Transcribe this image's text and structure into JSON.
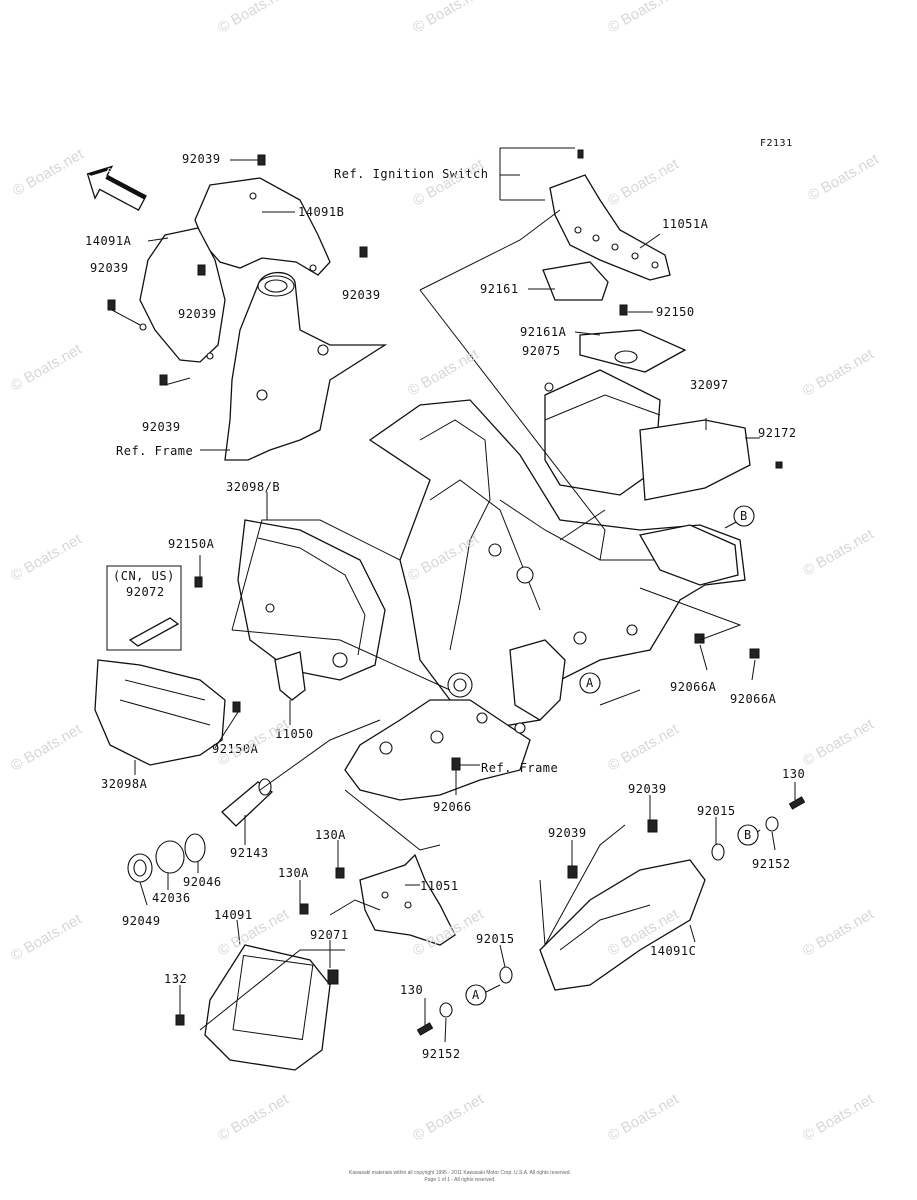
{
  "diagram_code": "F2131",
  "front_arrow_label": "FRONT",
  "ref_labels": {
    "ignition_switch": "Ref. Ignition Switch",
    "frame_top": "Ref. Frame",
    "frame_bottom": "Ref. Frame"
  },
  "region_note": "(CN, US)",
  "callouts": {
    "a1": "A",
    "a2": "A",
    "b1": "B",
    "b2": "B"
  },
  "parts": {
    "p92039_a": "92039",
    "p14091B": "14091B",
    "p14091A": "14091A",
    "p92039_b": "92039",
    "p92039_c": "92039",
    "p92039_d": "92039",
    "p92039_e": "92039",
    "p11051A": "11051A",
    "p92161": "92161",
    "p92150": "92150",
    "p92161A": "92161A",
    "p92075": "92075",
    "p32097": "32097",
    "p92172": "92172",
    "p32098B": "32098/B",
    "p92150A_top": "92150A",
    "p92072": "92072",
    "p11050": "11050",
    "p92150A_bot": "92150A",
    "p32098A": "32098A",
    "p92066A_1": "92066A",
    "p92066A_2": "92066A",
    "p92066": "92066",
    "p92143": "92143",
    "p92046": "92046",
    "p42036": "42036",
    "p92049": "92049",
    "p130A_1": "130A",
    "p130A_2": "130A",
    "p11051": "11051",
    "p14091": "14091",
    "p92071": "92071",
    "p132": "132",
    "p92039_f": "92039",
    "p92039_g": "92039",
    "p92015_1": "92015",
    "p130_1": "130",
    "p92152_1": "92152",
    "p14091C": "14091C",
    "p92015_2": "92015",
    "p130_2": "130",
    "p92152_2": "92152"
  },
  "watermark": "© Boats.net",
  "copyright_line1": "Kawasaki materials within all copyright 1995 - 2011 Kawasaki Motor Corp. U.S.A. All rights reserved.",
  "copyright_line2": "Page 1 of 1 - All rights reserved."
}
